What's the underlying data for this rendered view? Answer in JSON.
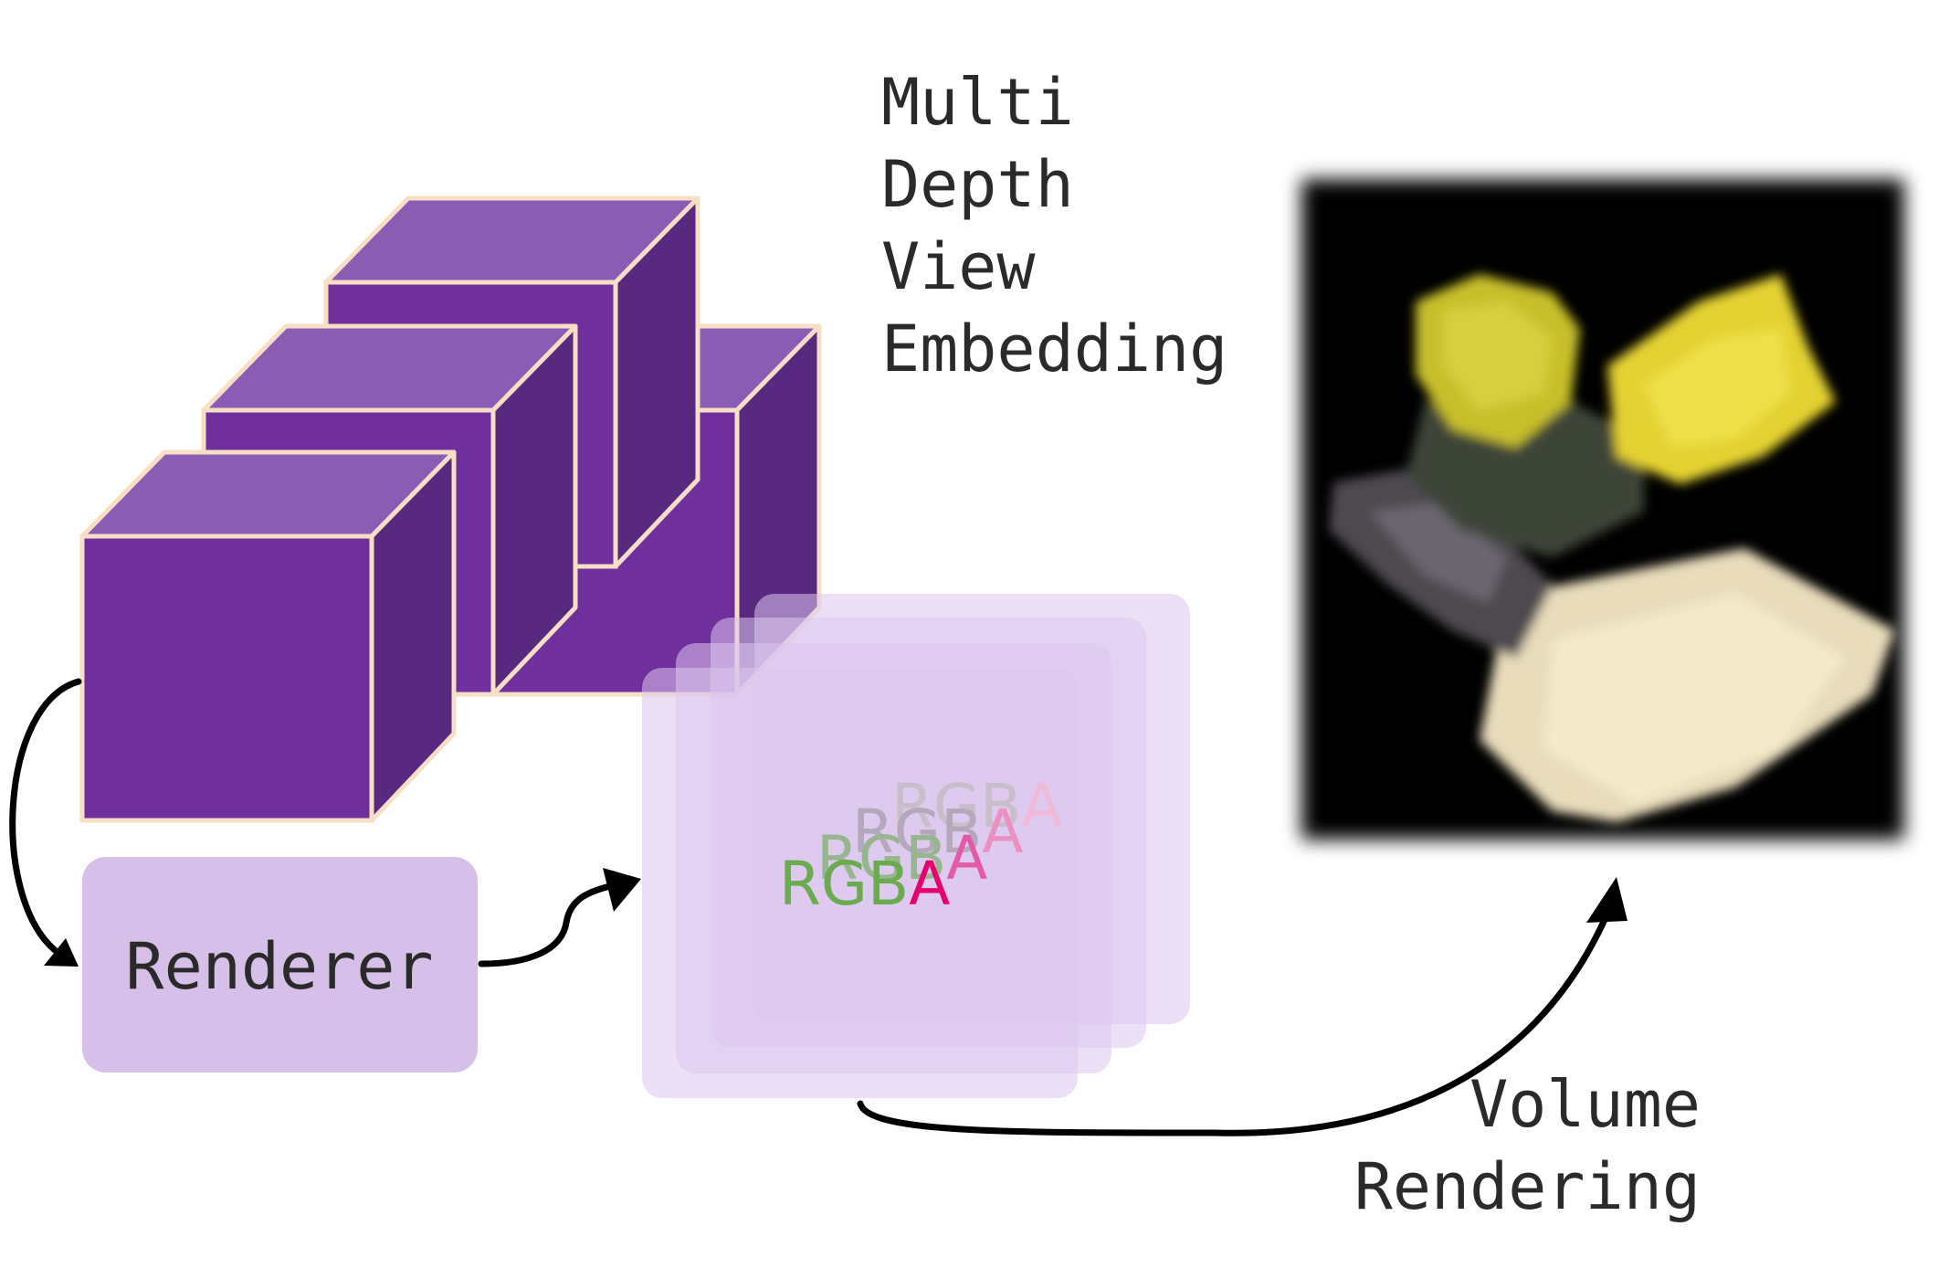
{
  "labels": {
    "embedding": [
      "Multi",
      "Depth",
      "View",
      "Embedding"
    ],
    "renderer": "Renderer",
    "volume": [
      "Volume",
      "Rendering"
    ]
  },
  "rgba_layers": [
    {
      "rgb": "RGB",
      "a": "A",
      "rgb_color": "#c7bec9",
      "a_color": "#f0b9d8"
    },
    {
      "rgb": "RGB",
      "a": "A",
      "rgb_color": "#b3a9bb",
      "a_color": "#ec8fc2"
    },
    {
      "rgb": "RGB",
      "a": "A",
      "rgb_color": "#97b58e",
      "a_color": "#e55aa6"
    },
    {
      "rgb": "RGB",
      "a": "A",
      "rgb_color": "#6aab4f",
      "a_color": "#e5006e"
    }
  ],
  "colors": {
    "cube_front": "#6f2f9d",
    "cube_top": "#8b5cb4",
    "cube_side": "#58297f",
    "cube_outline": "#f7dfc6",
    "renderer_box": "#d6c0ea",
    "layer_fill": "#dcc6ee",
    "arrow": "#000000",
    "render_bg": "#000000"
  }
}
